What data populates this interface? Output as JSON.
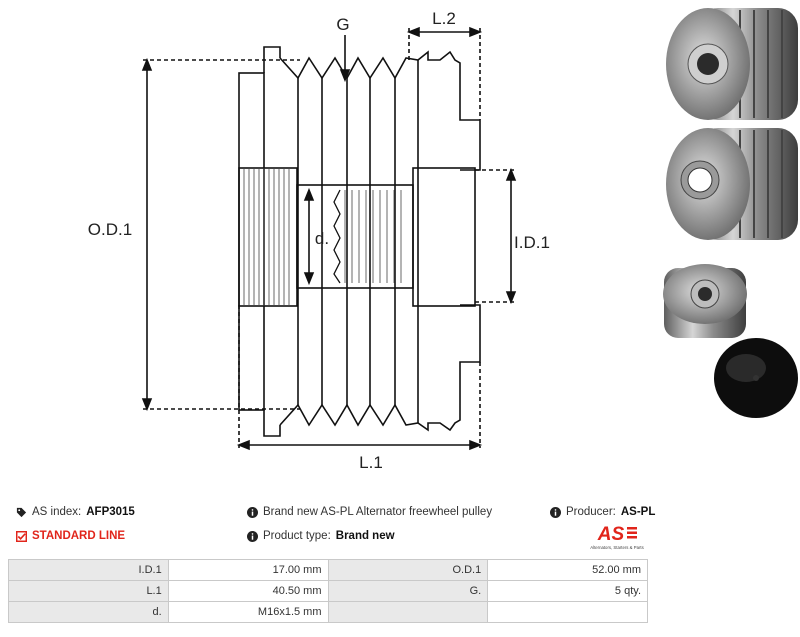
{
  "drawing": {
    "dim_G": "G",
    "dim_L2": "L.2",
    "dim_OD1": "O.D.1",
    "dim_d": "d.",
    "dim_ID1": "I.D.1",
    "dim_L1": "L.1"
  },
  "info": {
    "as_index_label": "AS index:",
    "as_index_value": "AFP3015",
    "description": "Brand new AS-PL Alternator freewheel pulley",
    "producer_label": "Producer:",
    "producer_value": "AS-PL",
    "standard_line": "STANDARD LINE",
    "product_type_label": "Product type:",
    "product_type_value": "Brand new"
  },
  "logo": {
    "mark": "AS",
    "tagline": "Alternators, Starters & Parts"
  },
  "specs": [
    {
      "l1": "I.D.1",
      "v1": "17.00 mm",
      "l2": "O.D.1",
      "v2": "52.00 mm"
    },
    {
      "l1": "L.1",
      "v1": "40.50 mm",
      "l2": "G.",
      "v2": "5 qty."
    },
    {
      "l1": "d.",
      "v1": "M16x1.5 mm",
      "l2": "",
      "v2": ""
    }
  ],
  "colors": {
    "accent_red": "#e1251b",
    "label_bg": "#e9e9e9"
  }
}
